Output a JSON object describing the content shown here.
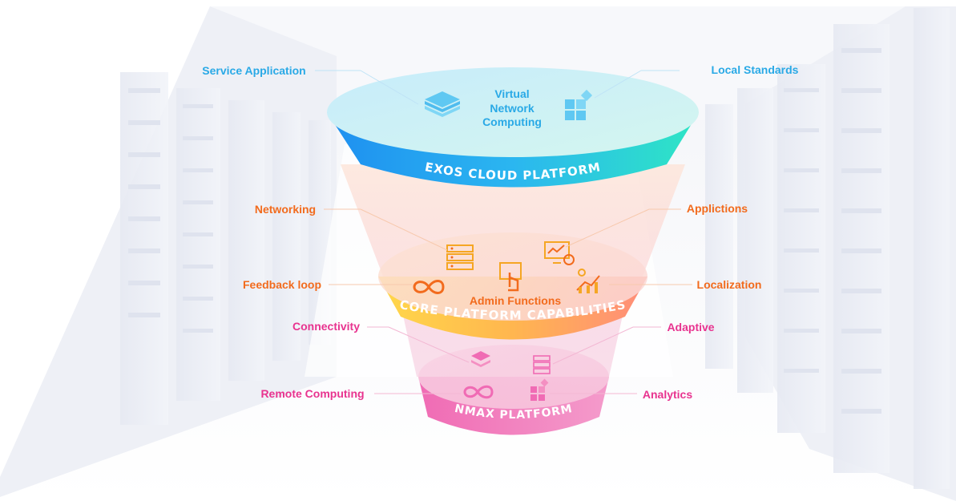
{
  "colors": {
    "blue_label": "#29a9e6",
    "orange_label": "#f26b1d",
    "pink_label": "#e8338f"
  },
  "top_platform": {
    "title": "EXOS CLOUD PLATFORM",
    "center_text": [
      "Virtual",
      "Network",
      "Computing"
    ],
    "label_left": "Service Application",
    "label_right": "Local Standards",
    "icons": [
      "layers-icon",
      "blocks-icon"
    ]
  },
  "middle_platform": {
    "title": "CORE PLATFORM CAPABILITIES",
    "center_text": "Admin Functions",
    "label_top_left": "Networking",
    "label_top_right": "Applictions",
    "label_mid_left": "Feedback loop",
    "label_mid_right": "Localization",
    "icons": [
      "server-icon",
      "monitor-settings-icon",
      "touch-screen-icon",
      "infinity-icon",
      "chart-icon"
    ]
  },
  "bottom_platform": {
    "title": "NMAX PLATFORM",
    "label_top_left": "Connectivity",
    "label_top_right": "Adaptive",
    "label_bottom_left": "Remote Computing",
    "label_bottom_right": "Analytics",
    "icons": [
      "layers-icon",
      "server-icon",
      "infinity-icon",
      "blocks-icon"
    ]
  }
}
